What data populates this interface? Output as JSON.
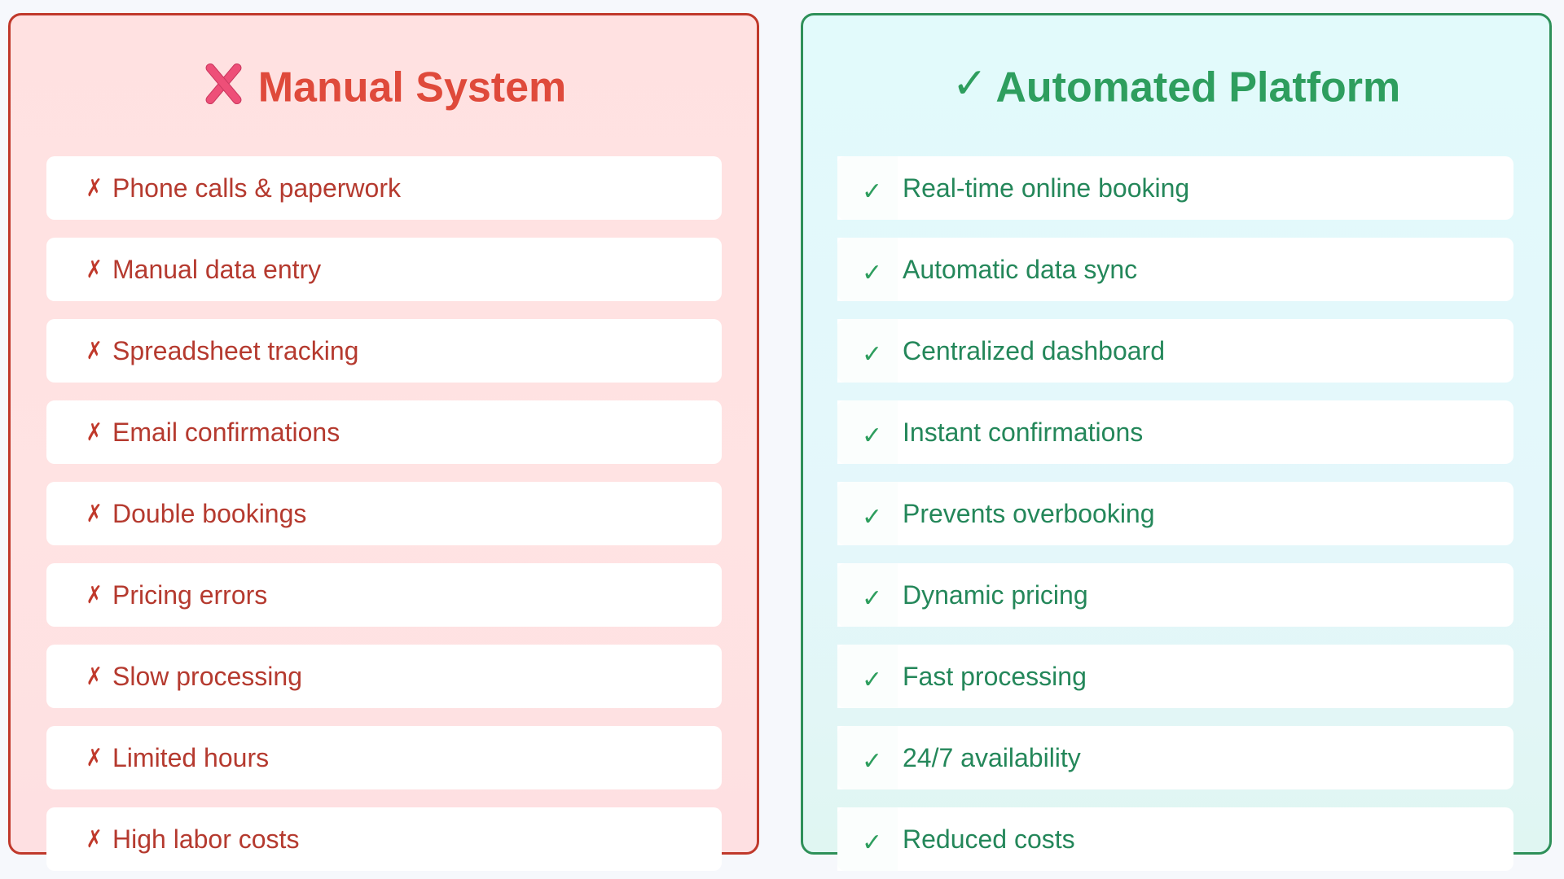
{
  "manual": {
    "title": "Manual System",
    "title_icon": "cross-mark-icon",
    "item_icon": "✗",
    "accent_color": "#c0392b",
    "background_color": "#ffe2e2",
    "items": [
      {
        "icon": "✗",
        "label": "Phone calls & paperwork"
      },
      {
        "icon": "✗",
        "label": "Manual data entry"
      },
      {
        "icon": "✗",
        "label": "Spreadsheet tracking"
      },
      {
        "icon": "✗",
        "label": "Email confirmations"
      },
      {
        "icon": "✗",
        "label": "Double bookings"
      },
      {
        "icon": "✗",
        "label": "Pricing errors"
      },
      {
        "icon": "✗",
        "label": "Slow processing"
      },
      {
        "icon": "✗",
        "label": "Limited hours"
      },
      {
        "icon": "✗",
        "label": "High labor costs"
      }
    ]
  },
  "automated": {
    "title": "Automated Platform",
    "title_icon_glyph": "✓",
    "accent_color": "#2e9059",
    "background_color": "#e2f8fa",
    "items": [
      {
        "icon": "✓",
        "label": "Real-time online booking"
      },
      {
        "icon": "✓",
        "label": "Automatic data sync"
      },
      {
        "icon": "✓",
        "label": "Centralized dashboard"
      },
      {
        "icon": "✓",
        "label": "Instant confirmations"
      },
      {
        "icon": "✓",
        "label": "Prevents overbooking"
      },
      {
        "icon": "✓",
        "label": "Dynamic pricing"
      },
      {
        "icon": "✓",
        "label": "Fast processing"
      },
      {
        "icon": "✓",
        "label": "24/7 availability"
      },
      {
        "icon": "✓",
        "label": "Reduced costs"
      }
    ]
  }
}
